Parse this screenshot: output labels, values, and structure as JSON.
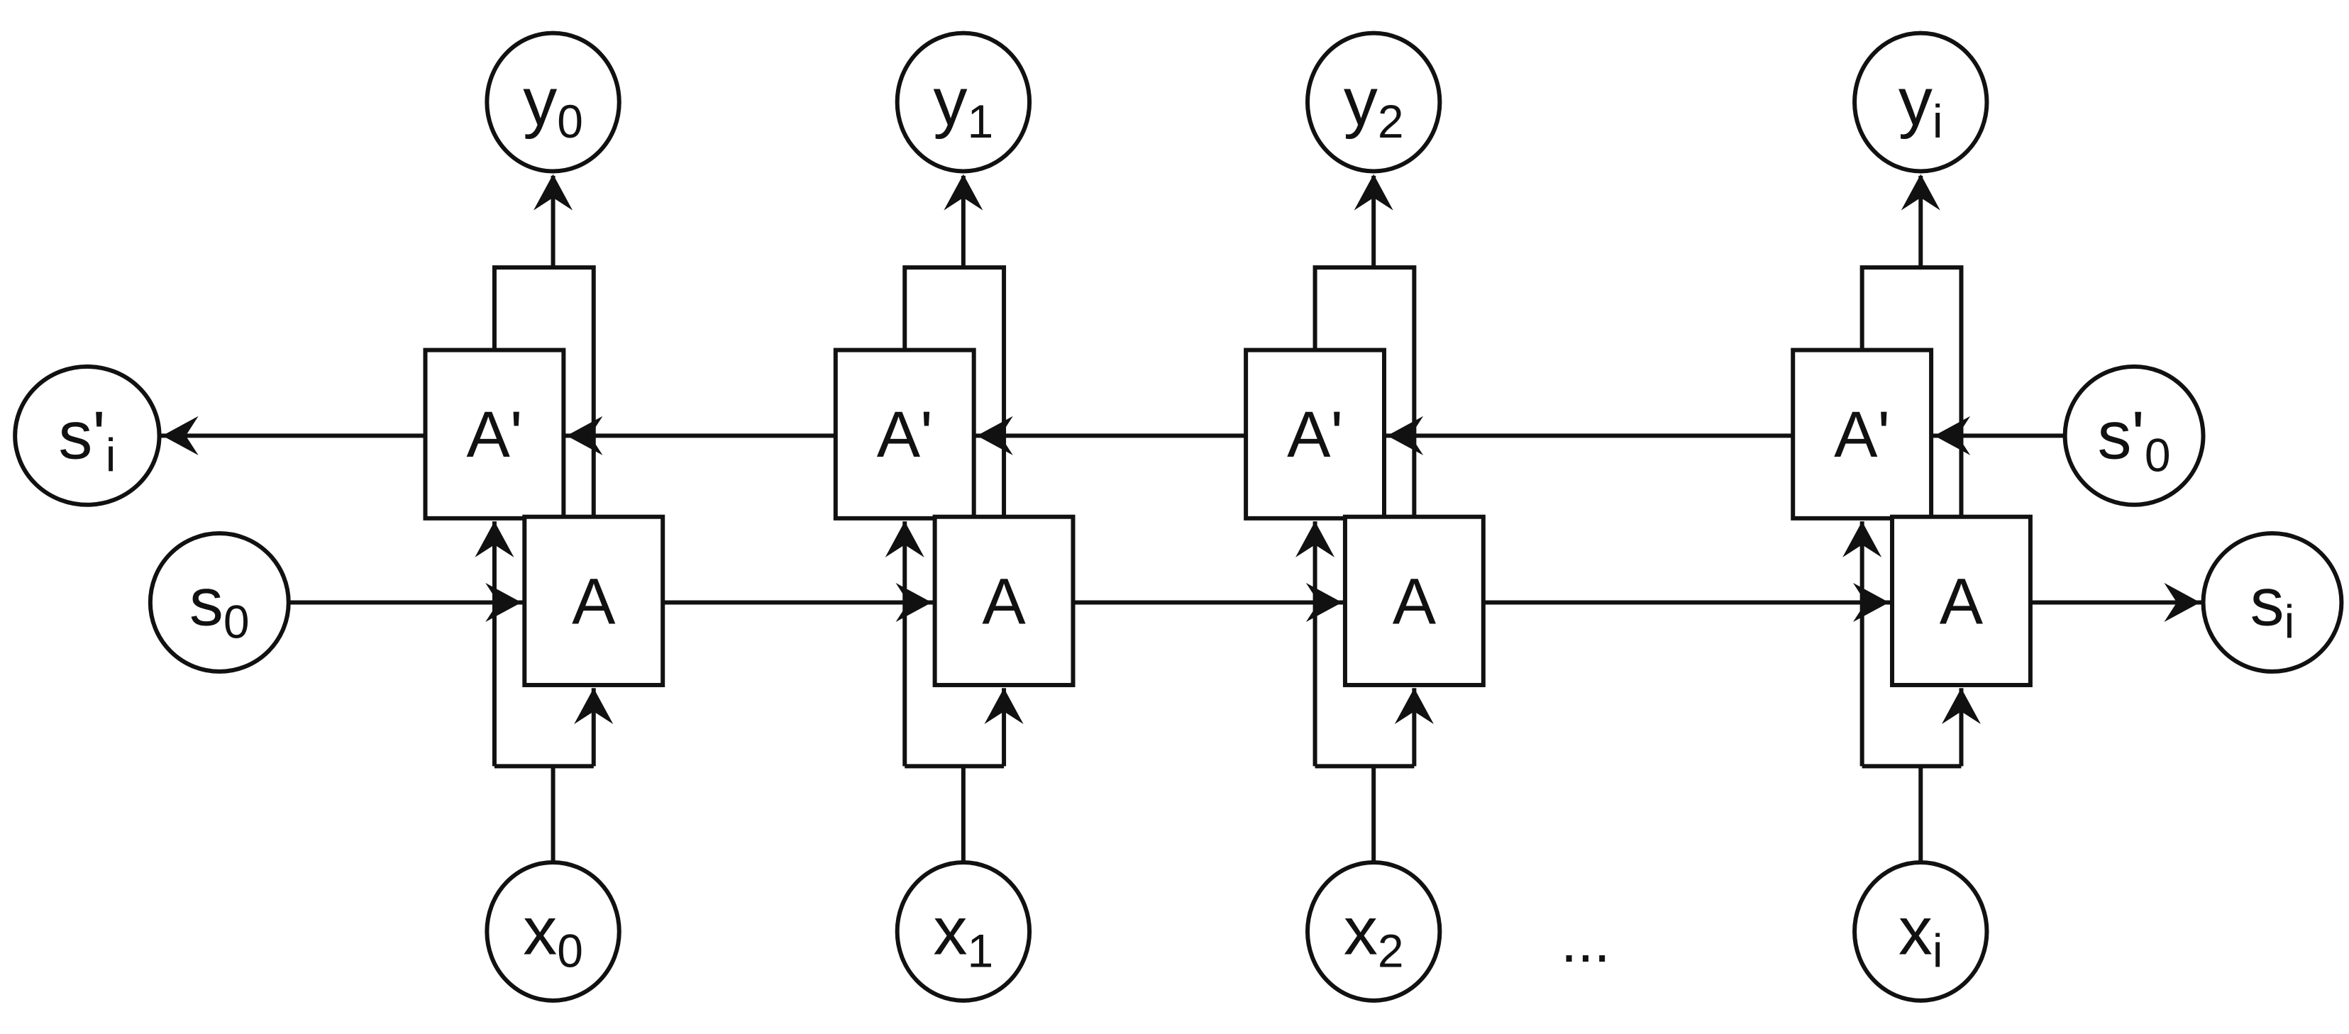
{
  "columns": [
    {
      "output": {
        "main": "y",
        "sub": "0"
      },
      "input": {
        "main": "x",
        "sub": "0"
      },
      "forward_label": "A",
      "backward_label": "A'"
    },
    {
      "output": {
        "main": "y",
        "sub": "1"
      },
      "input": {
        "main": "x",
        "sub": "1"
      },
      "forward_label": "A",
      "backward_label": "A'"
    },
    {
      "output": {
        "main": "y",
        "sub": "2"
      },
      "input": {
        "main": "x",
        "sub": "2"
      },
      "forward_label": "A",
      "backward_label": "A'"
    },
    {
      "output": {
        "main": "y",
        "sub": "i"
      },
      "input": {
        "main": "x",
        "sub": "i"
      },
      "forward_label": "A",
      "backward_label": "A'"
    }
  ],
  "forward_initial_state": {
    "main": "s",
    "sub": "0"
  },
  "forward_final_state": {
    "main": "s",
    "sub": "i"
  },
  "backward_initial_state": {
    "main": "s'",
    "sub": "0"
  },
  "backward_final_state": {
    "main": "s'",
    "sub": "i"
  },
  "gap_marker": "...",
  "colors": {
    "stroke": "#111111",
    "background": "#ffffff"
  }
}
